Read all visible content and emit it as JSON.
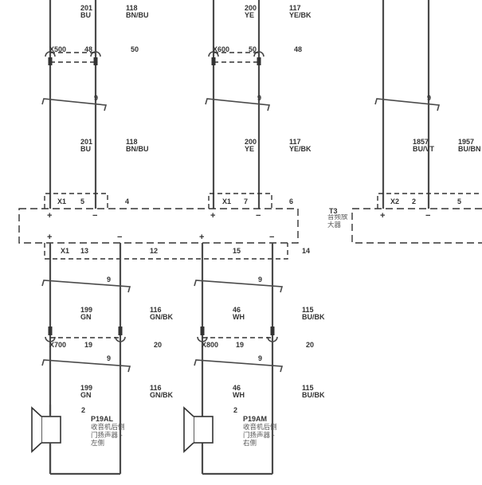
{
  "top_wires": [
    {
      "num": "201",
      "color": "BU"
    },
    {
      "num": "118",
      "color": "BN/BU"
    },
    {
      "num": "200",
      "color": "YE"
    },
    {
      "num": "117",
      "color": "YE/BK"
    }
  ],
  "conn_x500": {
    "name": "X500",
    "pin_a": "48",
    "pin_b": "50"
  },
  "conn_x600": {
    "name": "X600",
    "pin_a": "50",
    "pin_b": "48"
  },
  "twist_label": "9",
  "mid_wires": [
    {
      "num": "201",
      "color": "BU"
    },
    {
      "num": "118",
      "color": "BN/BU"
    },
    {
      "num": "200",
      "color": "YE"
    },
    {
      "num": "117",
      "color": "YE/BK"
    },
    {
      "num": "1857",
      "color": "BU/VT"
    },
    {
      "num": "1957",
      "color": "BU/BN"
    }
  ],
  "x1_top_left": {
    "name": "X1",
    "pin_a": "5",
    "pin_b": "4"
  },
  "x1_top_right": {
    "name": "X1",
    "pin_a": "7",
    "pin_b": "6"
  },
  "x2": {
    "name": "X2",
    "pin_a": "2",
    "pin_b": "5"
  },
  "module": {
    "ref": "T3",
    "name": "音频放大器"
  },
  "x1_bottom": {
    "name": "X1",
    "pins": [
      "13",
      "12",
      "15",
      "14"
    ]
  },
  "signs": {
    "plus": "+",
    "minus": "−"
  },
  "low_wires": [
    {
      "num": "199",
      "color": "GN"
    },
    {
      "num": "116",
      "color": "GN/BK"
    },
    {
      "num": "46",
      "color": "WH"
    },
    {
      "num": "115",
      "color": "BU/BK"
    }
  ],
  "conn_x700": {
    "name": "X700",
    "pin_a": "19",
    "pin_b": "20"
  },
  "conn_x800": {
    "name": "X800",
    "pin_a": "19",
    "pin_b": "20"
  },
  "speaker_left": {
    "pin": "2",
    "ref": "P19AL",
    "line1": "收音机后侧",
    "line2": "门扬声器 -",
    "line3": "左侧"
  },
  "speaker_right": {
    "pin": "2",
    "ref": "P19AM",
    "line1": "收音机后侧",
    "line2": "门扬声器 -",
    "line3": "右侧"
  }
}
